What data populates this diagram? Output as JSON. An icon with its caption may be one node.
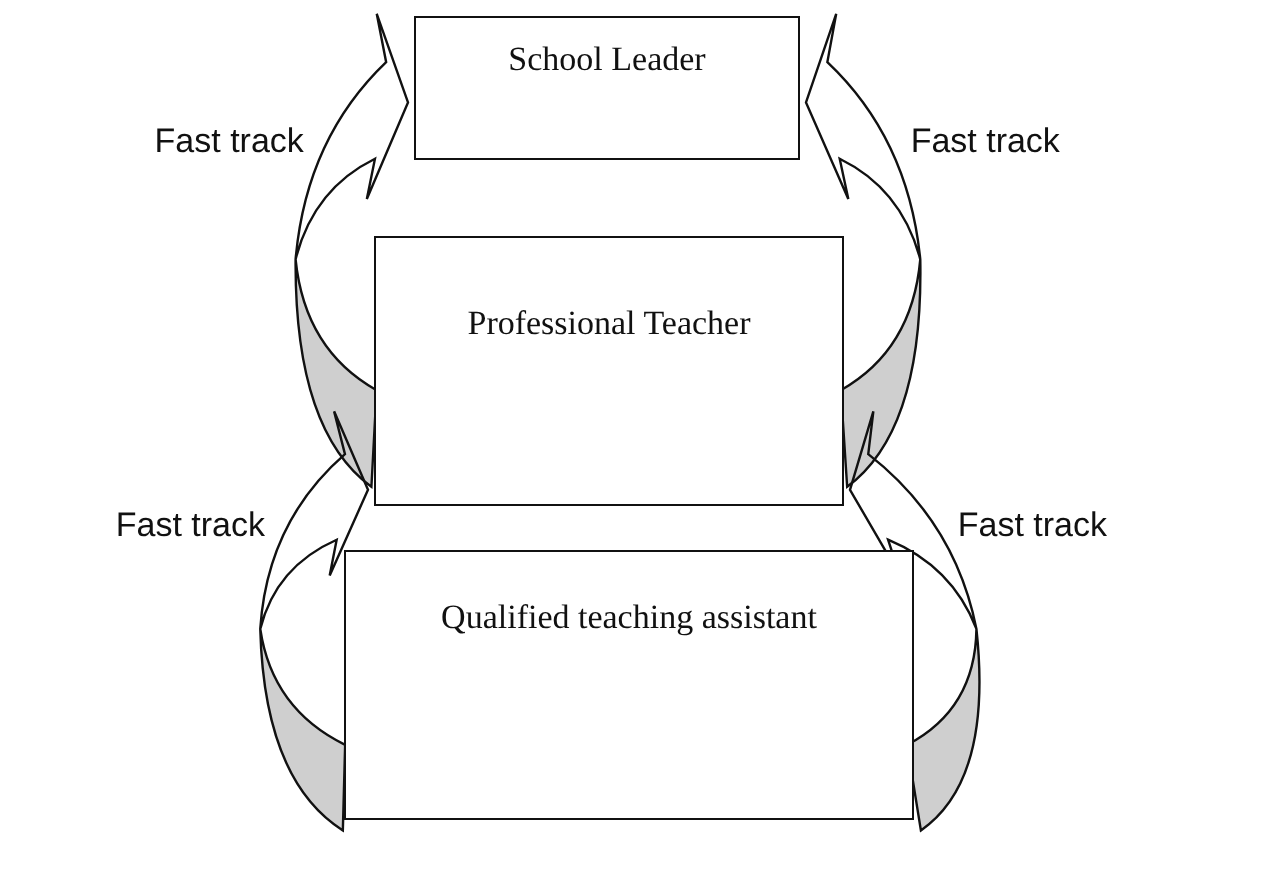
{
  "diagram": {
    "nodes": [
      {
        "text": [
          "School Leader"
        ]
      },
      {
        "text": [
          "Professional Teacher"
        ]
      },
      {
        "text": [
          "Qualified teaching assistant"
        ]
      }
    ],
    "edges": [
      {
        "from": 1,
        "to": 0,
        "arrow": "to",
        "label": "Fast track"
      },
      {
        "from": 1,
        "to": 0,
        "arrow": "to",
        "label": "Fast track"
      },
      {
        "from": 2,
        "to": 1,
        "arrow": "to",
        "label": "Fast track"
      },
      {
        "from": 2,
        "to": 1,
        "arrow": "to",
        "label": "Fast track"
      }
    ]
  }
}
